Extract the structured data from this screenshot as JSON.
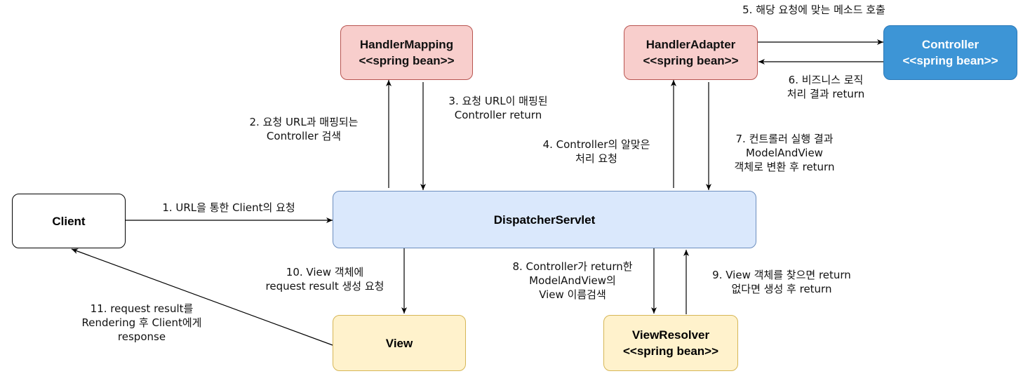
{
  "nodes": {
    "client": {
      "label": "Client"
    },
    "dispatcher": {
      "label": "DispatcherServlet"
    },
    "handler_mapping": {
      "line1": "HandlerMapping",
      "line2": "<<spring bean>>"
    },
    "handler_adapter": {
      "line1": "HandlerAdapter",
      "line2": "<<spring bean>>"
    },
    "controller": {
      "line1": "Controller",
      "line2": "<<spring bean>>"
    },
    "view": {
      "label": "View"
    },
    "view_resolver": {
      "line1": "ViewResolver",
      "line2": "<<spring bean>>"
    }
  },
  "edges": {
    "step1": {
      "line1": "1. URL을 통한 Client의 요청"
    },
    "step2": {
      "line1": "2. 요청 URL과 매핑되는",
      "line2": "Controller 검색"
    },
    "step3": {
      "line1": "3. 요청 URL이 매핑된",
      "line2": "Controller return"
    },
    "step4": {
      "line1": "4. Controller의 알맞은",
      "line2": "처리 요청"
    },
    "step5": {
      "line1": "5. 해당 요청에 맞는 메소드 호출"
    },
    "step6": {
      "line1": "6. 비즈니스 로직",
      "line2": "처리 결과 return"
    },
    "step7": {
      "line1": "7. 컨트롤러 실행 결과",
      "line2": "ModelAndView",
      "line3": "객체로 변환 후 return"
    },
    "step8": {
      "line1": "8. Controller가 return한",
      "line2": "ModelAndView의",
      "line3": "View 이름검색"
    },
    "step9": {
      "line1": "9. View 객체를 찾으면 return",
      "line2": "없다면 생성 후 return"
    },
    "step10": {
      "line1": "10. View 객체에",
      "line2": "request result 생성 요청"
    },
    "step11": {
      "line1": "11. request result를",
      "line2": "Rendering 후 Client에게",
      "line3": "response"
    }
  }
}
